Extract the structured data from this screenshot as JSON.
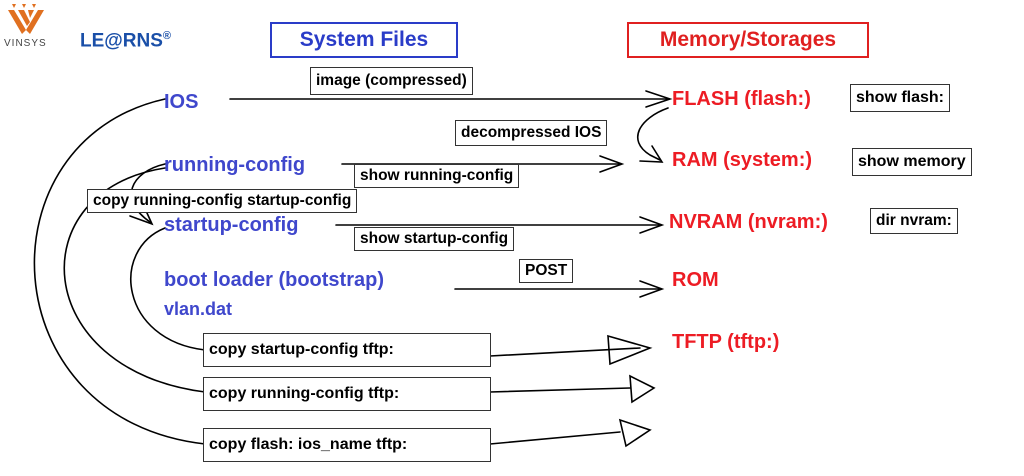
{
  "logos": {
    "vinsys": "VINSYS",
    "learns": "LE@RNS",
    "learns_mark": "®"
  },
  "headers": {
    "system_files": "System Files",
    "memory_storages": "Memory/Storages"
  },
  "system_files": {
    "ios": "IOS",
    "running_config": "running-config",
    "startup_config": "startup-config",
    "boot_loader": "boot loader (bootstrap)",
    "vlan_dat": "vlan.dat"
  },
  "storages": {
    "flash": "FLASH (flash:)",
    "ram": "RAM (system:)",
    "nvram": "NVRAM (nvram:)",
    "rom": "ROM",
    "tftp": "TFTP (tftp:)"
  },
  "labels": {
    "image_compressed": "image (compressed)",
    "decompressed_ios": "decompressed IOS",
    "show_running_config": "show running-config",
    "copy_run_start": "copy running-config startup-config",
    "show_startup_config": "show startup-config",
    "post": "POST",
    "show_flash": "show flash:",
    "show_memory": "show memory",
    "dir_nvram": "dir nvram:"
  },
  "copy_commands": {
    "startup_tftp": "copy startup-config tftp:",
    "running_tftp": "copy running-config tftp:",
    "flash_tftp": "copy flash: ios_name tftp:"
  },
  "colors": {
    "source_blue": "#3f47cc",
    "storage_red": "#ed1c24",
    "header_blue": "#2a3cc8",
    "header_red": "#e02020",
    "vinsys_orange": "#e07020"
  }
}
